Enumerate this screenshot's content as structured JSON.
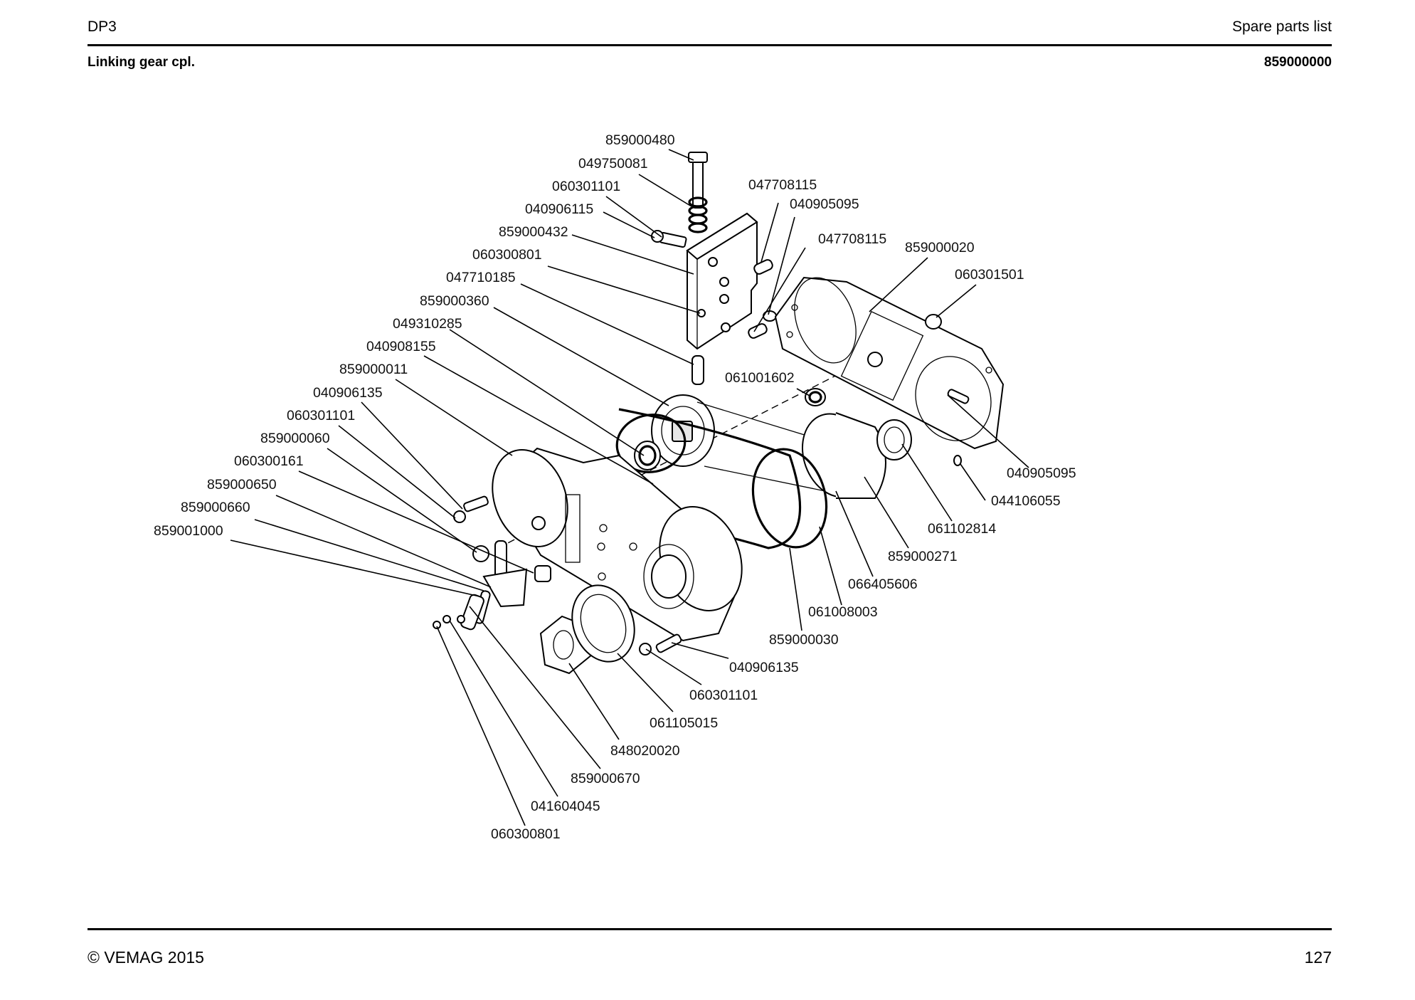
{
  "header": {
    "left": "DP3",
    "right": "Spare parts list"
  },
  "subheader": {
    "left": "Linking gear cpl.",
    "right": "859000000"
  },
  "footer": {
    "left": "© VEMAG 2015",
    "right": "127"
  },
  "diagram": {
    "callouts": [
      "859000480",
      "049750081",
      "060301101",
      "040906115",
      "859000432",
      "060300801",
      "047710185",
      "859000360",
      "049310285",
      "040908155",
      "859000011",
      "040906135",
      "060301101",
      "859000060",
      "060300161",
      "859000650",
      "859000660",
      "859001000",
      "047708115",
      "040905095",
      "047708115",
      "859000020",
      "060301501",
      "061001602",
      "040905095",
      "044106055",
      "061102814",
      "859000271",
      "066405606",
      "061008003",
      "859000030",
      "040906135",
      "060301101",
      "061105015",
      "848020020",
      "859000670",
      "041604045",
      "060300801"
    ]
  }
}
